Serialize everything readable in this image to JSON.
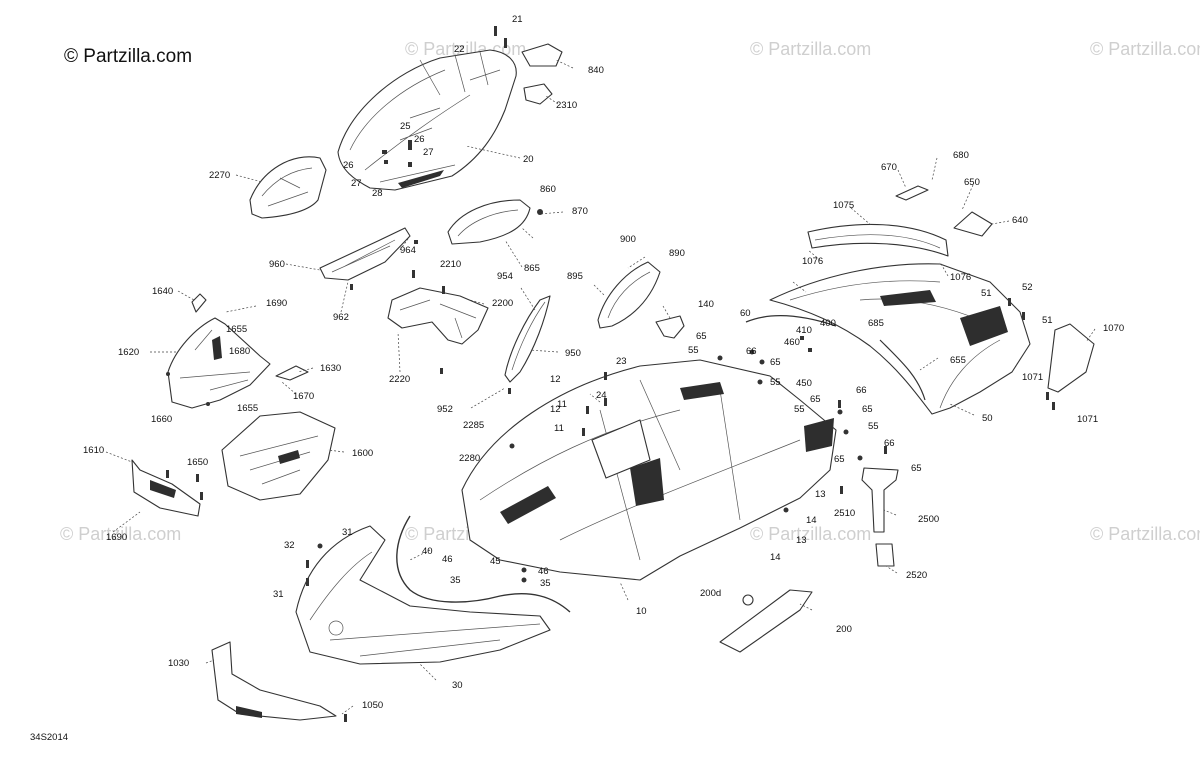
{
  "brand": {
    "text": "© Partzilla.com"
  },
  "watermark": {
    "text": "© Partzilla.com"
  },
  "diagram_ref": "34S2014",
  "callouts": [
    {
      "id": "c21",
      "label": "21"
    },
    {
      "id": "c22",
      "label": "22"
    },
    {
      "id": "c840",
      "label": "840"
    },
    {
      "id": "c2310",
      "label": "2310"
    },
    {
      "id": "c25",
      "label": "25"
    },
    {
      "id": "c26a",
      "label": "26"
    },
    {
      "id": "c26b",
      "label": "26"
    },
    {
      "id": "c27a",
      "label": "27"
    },
    {
      "id": "c27b",
      "label": "27"
    },
    {
      "id": "c28",
      "label": "28"
    },
    {
      "id": "c20",
      "label": "20"
    },
    {
      "id": "c2270",
      "label": "2270"
    },
    {
      "id": "c860",
      "label": "860"
    },
    {
      "id": "c870",
      "label": "870"
    },
    {
      "id": "c865",
      "label": "865"
    },
    {
      "id": "c964",
      "label": "964"
    },
    {
      "id": "c960",
      "label": "960"
    },
    {
      "id": "c962",
      "label": "962"
    },
    {
      "id": "c2210",
      "label": "2210"
    },
    {
      "id": "c2200",
      "label": "2200"
    },
    {
      "id": "c2220",
      "label": "2220"
    },
    {
      "id": "c954",
      "label": "954"
    },
    {
      "id": "c950",
      "label": "950"
    },
    {
      "id": "c952",
      "label": "952"
    },
    {
      "id": "c900",
      "label": "900"
    },
    {
      "id": "c890",
      "label": "890"
    },
    {
      "id": "c895",
      "label": "895"
    },
    {
      "id": "c1640",
      "label": "1640"
    },
    {
      "id": "c1690a",
      "label": "1690"
    },
    {
      "id": "c1655a",
      "label": "1655"
    },
    {
      "id": "c1680",
      "label": "1680"
    },
    {
      "id": "c1620",
      "label": "1620"
    },
    {
      "id": "c1630",
      "label": "1630"
    },
    {
      "id": "c1670",
      "label": "1670"
    },
    {
      "id": "c1655b",
      "label": "1655"
    },
    {
      "id": "c1660",
      "label": "1660"
    },
    {
      "id": "c1600",
      "label": "1600"
    },
    {
      "id": "c1610",
      "label": "1610"
    },
    {
      "id": "c1650",
      "label": "1650"
    },
    {
      "id": "c1690b",
      "label": "1690"
    },
    {
      "id": "c670",
      "label": "670"
    },
    {
      "id": "c680",
      "label": "680"
    },
    {
      "id": "c650",
      "label": "650"
    },
    {
      "id": "c640",
      "label": "640"
    },
    {
      "id": "c1075",
      "label": "1075"
    },
    {
      "id": "c1076a",
      "label": "1076"
    },
    {
      "id": "c1076b",
      "label": "1076"
    },
    {
      "id": "c140",
      "label": "140"
    },
    {
      "id": "c60",
      "label": "60"
    },
    {
      "id": "c66a",
      "label": "66"
    },
    {
      "id": "c65a",
      "label": "65"
    },
    {
      "id": "c55a",
      "label": "55"
    },
    {
      "id": "c65b",
      "label": "65"
    },
    {
      "id": "c55b",
      "label": "55"
    },
    {
      "id": "c410",
      "label": "410"
    },
    {
      "id": "c460",
      "label": "460"
    },
    {
      "id": "c400",
      "label": "400"
    },
    {
      "id": "c450",
      "label": "450"
    },
    {
      "id": "c685",
      "label": "685"
    },
    {
      "id": "c655",
      "label": "655"
    },
    {
      "id": "c51a",
      "label": "51"
    },
    {
      "id": "c52",
      "label": "52"
    },
    {
      "id": "c51b",
      "label": "51"
    },
    {
      "id": "c1070",
      "label": "1070"
    },
    {
      "id": "c1071a",
      "label": "1071"
    },
    {
      "id": "c1071b",
      "label": "1071"
    },
    {
      "id": "c50",
      "label": "50"
    },
    {
      "id": "c23",
      "label": "23"
    },
    {
      "id": "c12a",
      "label": "12"
    },
    {
      "id": "c24",
      "label": "24"
    },
    {
      "id": "c11a",
      "label": "11"
    },
    {
      "id": "c12b",
      "label": "12"
    },
    {
      "id": "c11b",
      "label": "11"
    },
    {
      "id": "c2285",
      "label": "2285"
    },
    {
      "id": "c2280",
      "label": "2280"
    },
    {
      "id": "c66b",
      "label": "66"
    },
    {
      "id": "c65c",
      "label": "65"
    },
    {
      "id": "c55c",
      "label": "55"
    },
    {
      "id": "c65d",
      "label": "65"
    },
    {
      "id": "c55d",
      "label": "55"
    },
    {
      "id": "c66c",
      "label": "66"
    },
    {
      "id": "c65e",
      "label": "65"
    },
    {
      "id": "c65f",
      "label": "65"
    },
    {
      "id": "c13a",
      "label": "13"
    },
    {
      "id": "c14a",
      "label": "14"
    },
    {
      "id": "c2510",
      "label": "2510"
    },
    {
      "id": "c2500",
      "label": "2500"
    },
    {
      "id": "c13b",
      "label": "13"
    },
    {
      "id": "c14b",
      "label": "14"
    },
    {
      "id": "c2520",
      "label": "2520"
    },
    {
      "id": "c200d",
      "label": "200d"
    },
    {
      "id": "c200",
      "label": "200"
    },
    {
      "id": "c10",
      "label": "10"
    },
    {
      "id": "c32",
      "label": "32"
    },
    {
      "id": "c31a",
      "label": "31"
    },
    {
      "id": "c31b",
      "label": "31"
    },
    {
      "id": "c40",
      "label": "40"
    },
    {
      "id": "c46a",
      "label": "46"
    },
    {
      "id": "c45",
      "label": "45"
    },
    {
      "id": "c46b",
      "label": "46"
    },
    {
      "id": "c35a",
      "label": "35"
    },
    {
      "id": "c35b",
      "label": "35"
    },
    {
      "id": "c30",
      "label": "30"
    },
    {
      "id": "c1030",
      "label": "1030"
    },
    {
      "id": "c1050",
      "label": "1050"
    }
  ]
}
